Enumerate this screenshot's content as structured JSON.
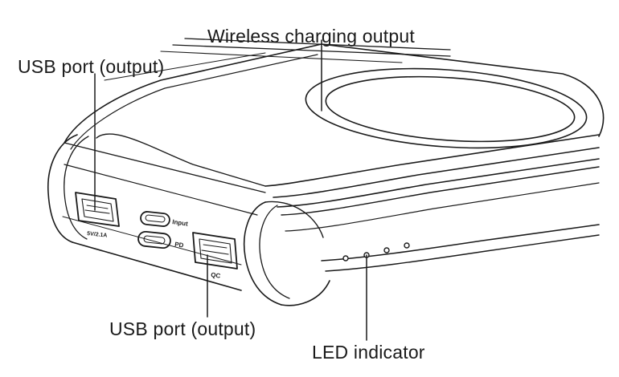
{
  "callouts": {
    "wireless": "Wireless charging output",
    "usb_top": "USB port (output)",
    "usb_bottom": "USB port (output)",
    "led": "LED indicator"
  },
  "port_marks": {
    "usb_left": "5V/2.1A",
    "input": "Input",
    "pd": "PD",
    "qc": "QC"
  },
  "colors": {
    "line": "#1a1a1a",
    "background": "#ffffff"
  }
}
